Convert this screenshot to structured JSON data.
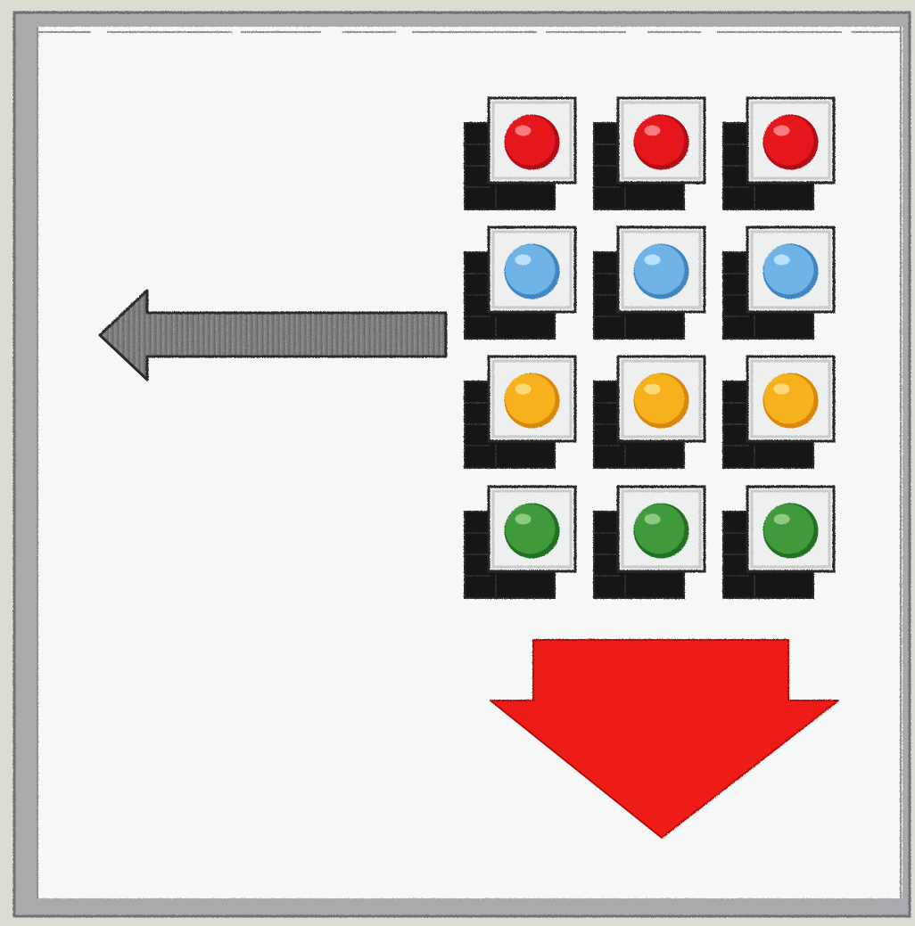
{
  "colors": {
    "paper": "#f6f7f7",
    "frame": "#a9aaad",
    "frame_dark": "#6f7074",
    "outer_background": "#dcdcd2",
    "tile_face": "#eef0f0",
    "tile_outline": "#2c2a22",
    "tile_shadow": "#121212",
    "left_arrow_fill": "#7b7b80",
    "left_arrow_outline": "#2b2b2b",
    "down_arrow_fill": "#ee1d16"
  },
  "icons": {
    "left_arrow": "arrow-left-icon",
    "down_arrow": "arrow-down-icon",
    "marble": "marble-icon",
    "tile": "square-tile-icon"
  },
  "grid": {
    "rows": [
      {
        "color_name": "red",
        "fill": "#e5161d",
        "highlight": "#ff8d8d",
        "shade": "#b00d12",
        "count": 3
      },
      {
        "color_name": "light-blue",
        "fill": "#6fb3e6",
        "highlight": "#c7e7ff",
        "shade": "#3f86c2",
        "count": 3
      },
      {
        "color_name": "orange",
        "fill": "#f6b11e",
        "highlight": "#ffe08a",
        "shade": "#d98708",
        "count": 3
      },
      {
        "color_name": "green",
        "fill": "#3f9a3a",
        "highlight": "#9bd48f",
        "shade": "#236f22",
        "count": 3
      }
    ],
    "columns": 3
  }
}
